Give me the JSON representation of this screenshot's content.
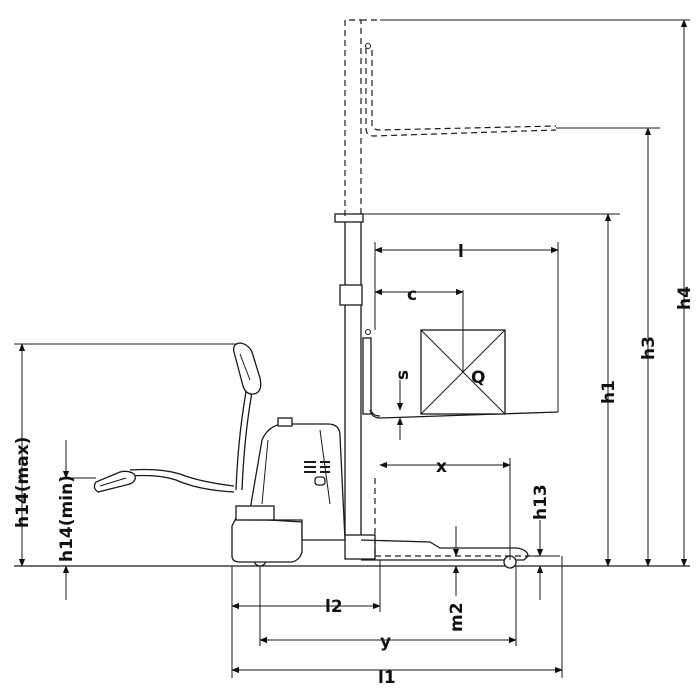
{
  "diagram": {
    "labels": {
      "h4": "h4",
      "h3": "h3",
      "h1": "h1",
      "h13": "h13",
      "h14_max": "h14(max)",
      "h14_min": "h14(min)",
      "l": "l",
      "c": "c",
      "s": "s",
      "q": "Q",
      "x": "x",
      "l2": "l2",
      "m2": "m2",
      "y": "y",
      "l1": "l1"
    },
    "colors": {
      "line": "#1a1a1a",
      "background": "#ffffff"
    }
  }
}
